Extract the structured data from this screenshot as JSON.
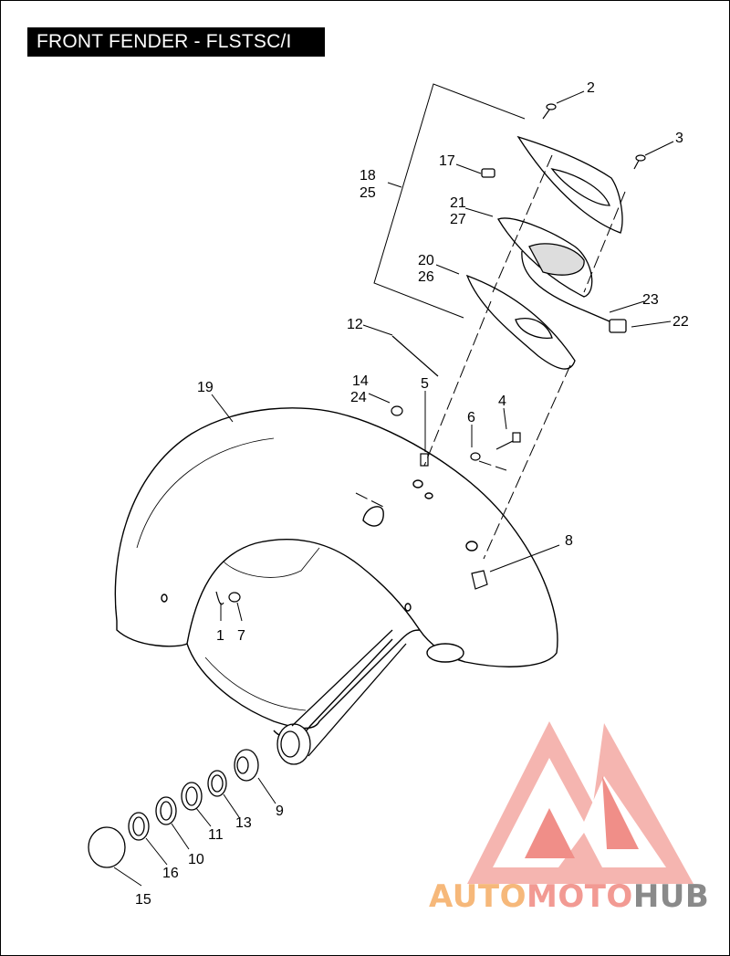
{
  "title": "FRONT FENDER - FLSTSC/I",
  "labels": {
    "l1": "1",
    "l2": "2",
    "l3": "3",
    "l4": "4",
    "l5": "5",
    "l6": "6",
    "l7": "7",
    "l8": "8",
    "l9": "9",
    "l10": "10",
    "l11": "11",
    "l12": "12",
    "l13": "13",
    "l14": "14",
    "l15": "15",
    "l16": "16",
    "l17": "17",
    "l18": "18",
    "l19": "19",
    "l20": "20",
    "l21": "21",
    "l22": "22",
    "l23": "23",
    "l24": "24",
    "l25": "25",
    "l26": "26",
    "l27": "27"
  },
  "watermark": {
    "part1": "AUTO",
    "part2": "MOTO",
    "part3": "HUB"
  },
  "colors": {
    "logo_red": "#ee7b74",
    "logo_pink": "#f4a9a3",
    "logo_orange": "#f6b87a",
    "logo_gray": "#8a8a8a"
  }
}
